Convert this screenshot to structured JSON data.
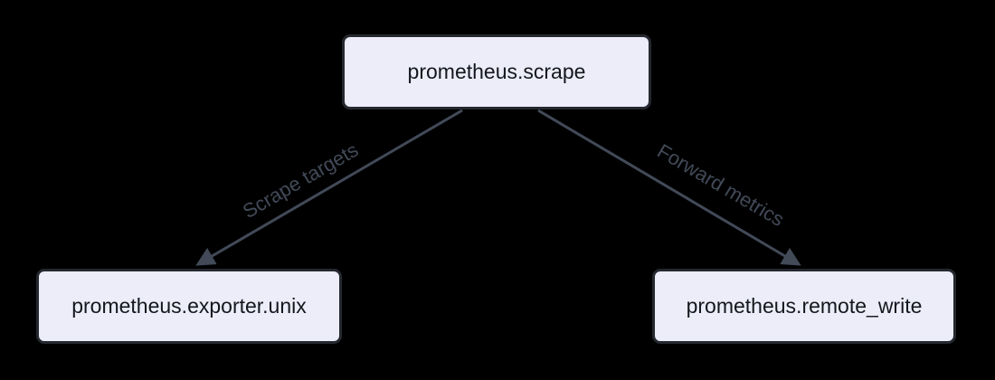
{
  "diagram": {
    "type": "flowchart",
    "nodes": [
      {
        "id": "prometheus.scrape",
        "label": "prometheus.scrape"
      },
      {
        "id": "prometheus.exporter.unix",
        "label": "prometheus.exporter.unix"
      },
      {
        "id": "prometheus.remote_write",
        "label": "prometheus.remote_write"
      }
    ],
    "edges": [
      {
        "from": "prometheus.scrape",
        "to": "prometheus.exporter.unix",
        "label": "Scrape targets"
      },
      {
        "from": "prometheus.scrape",
        "to": "prometheus.remote_write",
        "label": "Forward metrics"
      }
    ],
    "colors": {
      "background": "#000000",
      "node_fill": "#ecedf9",
      "node_border": "#25282f",
      "node_text": "#14171c",
      "edge": "#424a58",
      "edge_label": "#424a58"
    }
  }
}
